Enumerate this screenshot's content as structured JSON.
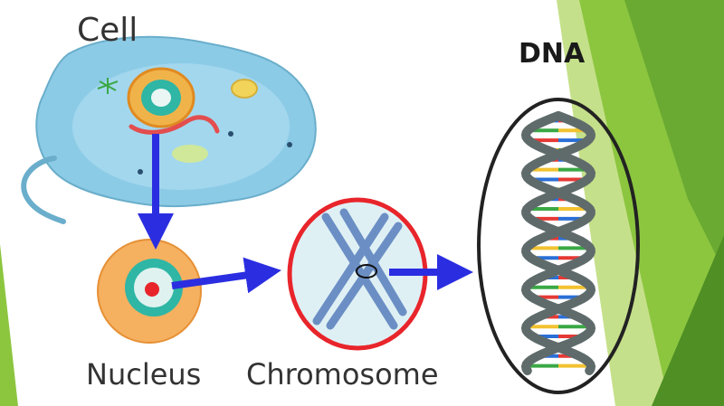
{
  "labels": {
    "cell": "Cell",
    "nucleus": "Nucleus",
    "chromosome": "Chromosome",
    "dna": "DNA"
  },
  "colors": {
    "arrow": "#2b2ee0",
    "chromosome_ring": "#e8252b",
    "dna_ellipse": "#222222",
    "helix_strand": "#5f6b6b",
    "green_light": "#a6d24d",
    "green_dark": "#5a9a2a",
    "base_pairs": [
      "#e53935",
      "#f2c230",
      "#2a6fd6",
      "#3aa845"
    ]
  }
}
